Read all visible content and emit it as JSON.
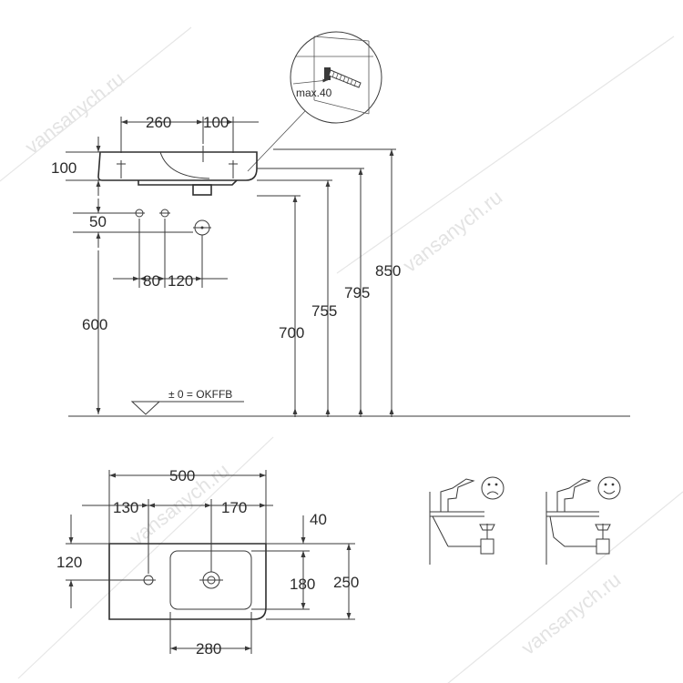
{
  "watermark": {
    "text": "vansanych.ru"
  },
  "detail": {
    "label": "max.40"
  },
  "side_view": {
    "dims": {
      "d260": "260",
      "d100_top": "100",
      "d100_left": "100",
      "d50": "50",
      "d80": "80",
      "d120": "120",
      "d600": "600",
      "d700": "700",
      "d755": "755",
      "d795": "795",
      "d850": "850"
    },
    "floor_label": "± 0 = OKFFB"
  },
  "top_view": {
    "dims": {
      "d500": "500",
      "d130": "130",
      "d170": "170",
      "d40": "40",
      "d120": "120",
      "d180": "180",
      "d250": "250",
      "d280": "280"
    }
  },
  "install_examples": [
    {
      "mood": "sad-face-icon"
    },
    {
      "mood": "happy-face-icon"
    }
  ]
}
